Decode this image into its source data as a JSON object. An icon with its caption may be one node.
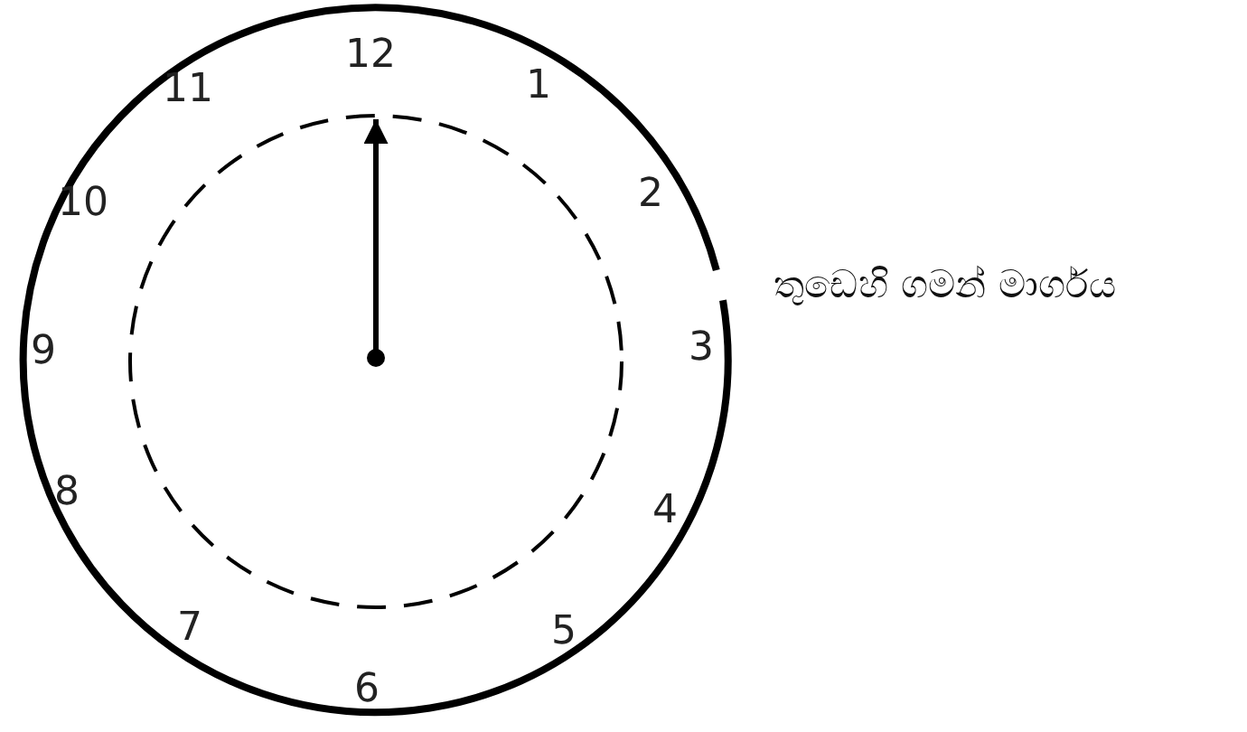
{
  "diagram": {
    "labels": [
      "12",
      "1",
      "2",
      "3",
      "4",
      "5",
      "6",
      "7",
      "8",
      "9",
      "10",
      "11",
      "තුඩෙහි ගමන් මාර්ගය"
    ]
  }
}
